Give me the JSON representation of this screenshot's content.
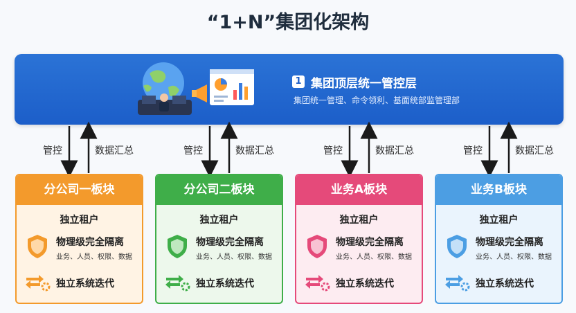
{
  "title": "“1+N”集团化架构",
  "top": {
    "number": "1",
    "title": "集团顶层统一管控层",
    "subtitle": "集团统一管理、命令领利、基面统部监管理部"
  },
  "arrows": {
    "down_label": "管控",
    "up_label": "数据汇总"
  },
  "cards": [
    {
      "title": "分公司一板块",
      "tenant": "独立租户",
      "feature": "物理级完全隔离",
      "feature_sub": "业务、人员、权限、数据",
      "iter": "独立系统迭代",
      "color": "#f39a2c"
    },
    {
      "title": "分公司二板块",
      "tenant": "独立租户",
      "feature": "物理级完全隔离",
      "feature_sub": "业务、人员、权限、数据",
      "iter": "独立系统迭代",
      "color": "#3fae49"
    },
    {
      "title": "业务A板块",
      "tenant": "独立租户",
      "feature": "物理级完全隔离",
      "feature_sub": "业务、人员、权限、数据",
      "iter": "独立系统迭代",
      "color": "#e54a7a"
    },
    {
      "title": "业务B板块",
      "tenant": "独立租户",
      "feature": "物理级完全隔离",
      "feature_sub": "业务、人员、权限、数据",
      "iter": "独立系统迭代",
      "color": "#4c9ee3"
    }
  ]
}
